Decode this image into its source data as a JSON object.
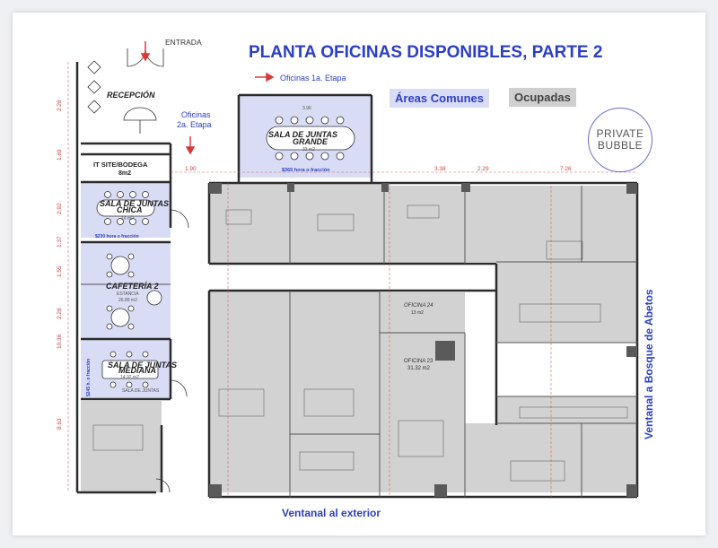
{
  "title": "PLANTA OFICINAS DISPONIBLES, PARTE 2",
  "legend": {
    "comunes": "Áreas Comunes",
    "ocupadas": "Ocupadas"
  },
  "brand": {
    "line1": "PRIVATE",
    "line2": "BUBBLE"
  },
  "labels": {
    "entrada": "ENTRADA",
    "recepcion": "RECEPCIÓN",
    "oficinas_1a": "Oficinas 1a. Etapa",
    "oficinas_2a_l1": "Oficinas",
    "oficinas_2a_l2": "2a. Etapa",
    "it_site_l1": "IT SITE/BODEGA",
    "it_site_l2": "8m2",
    "ventanal_exterior": "Ventanal al exterior",
    "ventanal_abetos": "Ventanal a Bosque de Abetos"
  },
  "rooms": {
    "grande": {
      "name_l1": "SALA DE JUNTAS",
      "name_l2": "GRANDE",
      "area": "33 m2",
      "price": "$365 hora o fracción",
      "dim": "3.96"
    },
    "chica": {
      "name_l1": "SALA DE JUNTAS",
      "name_l2": "CHICA",
      "area": "14 m2",
      "price": "$230 hora o fracción"
    },
    "cafeteria": {
      "name": "CAFETERÍA 2",
      "sub": "ESTANCIA",
      "area": "26.89 m2"
    },
    "mediana": {
      "name_l1": "SALA DE JUNTAS",
      "name_l2": "MEDIANA",
      "area": "14.92 m2",
      "price": "$245 h. o fracción",
      "sub": "SALA DE JUNTAS"
    },
    "oficina24": {
      "name": "OFICINA 24",
      "area": "13 m2"
    },
    "oficina23": {
      "name": "OFICINA 23",
      "area": "31.32 m2"
    }
  },
  "dimensions": {
    "left": [
      "2.28",
      "1.69",
      "2.92",
      "1.37",
      "1.55",
      "2.28",
      "10.36",
      "8.63"
    ],
    "top": [
      "1.90",
      "3.38",
      "2.29",
      "7.26"
    ]
  },
  "colors": {
    "common": "#d9dcf5",
    "occupied": "#d2d2d2",
    "accent": "#2c3fc4",
    "arrow": "#d63b3b"
  }
}
